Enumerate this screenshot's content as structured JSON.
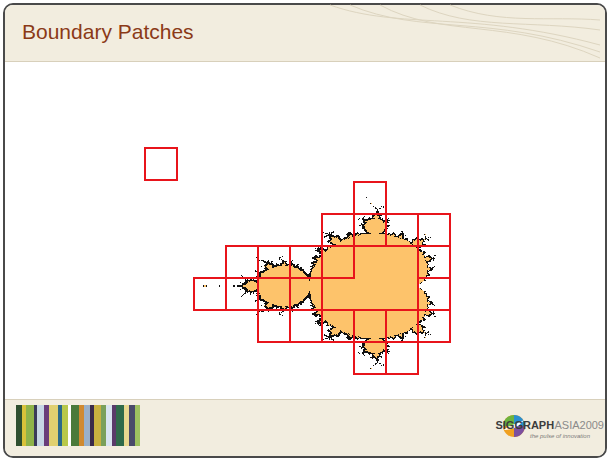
{
  "diagram": {
    "title": "Boundary Patches",
    "labels": [
      "SIGGRAPH",
      "ASIA2009",
      "the pulse of innovation"
    ]
  }
}
